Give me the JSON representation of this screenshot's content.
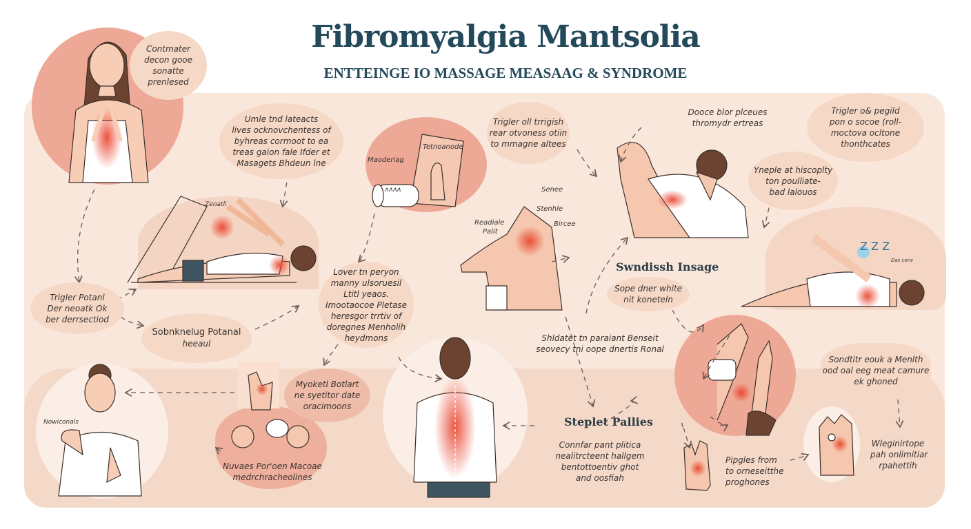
{
  "header": {
    "title": "Fibromyalgia Mantsolia",
    "subtitle": "ENTTEINGE IO MASSAGE MEASAAG & SYNDROME"
  },
  "colors": {
    "title": "#24495a",
    "panel": "#f9e7dc",
    "bubble": "#f5d8c6",
    "accent_circle": "#eea896",
    "pain_red": "#e8412b"
  },
  "bubbles": {
    "woman_speech": "Contmater\ndecon gooe\nsonatte\nprenlesed",
    "umle": "Umle tnd lateacts\nlives ocknovchentess of\nbyhreas cormoot to ea\ntreas gaion fale Ifder et\nMasagets Bhdeun lne",
    "trigler_trrigish": "Trigler oll trrigish\nrear otvoness otiin\nto mmagne altees",
    "dooce": "Dooce blor plceues\nthromydr ertreas",
    "trigler_pegild": "Trigler o& pegild\npon o socoe (roll-\nmoctova ocltone\nthonthcates",
    "yneple": "Yneple at hiscoplty\nton poulliate-\nbad lalouos",
    "trigler_potanl": "Trigler Potanl\nDer neoatk Ok\nber derrsectiod",
    "sobnknelug_title": "Sobnknelug Potanal",
    "sobnknelug_sub": "heeaul",
    "lover": "Lover tn peryon\nmanny ulsoruesil\nLtitl yeaos.\nImootaocoe Pletase\nheresgor trrtiv of\ndoregnes Menholih\nheydmons",
    "myoketl": "Myoketl Botlart\nne syetitor date\noracimoons",
    "nuvaes": "Nuvaes Por'oen Macoae\nmedrchracheolines",
    "swndissh_title": "Swndissh Insage",
    "sope": "Sope dner white\nnit koneteln",
    "shldatet": "Shldatet tn paraiant Benseit\nseovecy tni oope dnertis Ronal",
    "steplet_title": "Steplet Pallies",
    "connfar": "Connfar pant plitica\nnealitrcteent hallgem\nbentottoentiv ghot\nand oosfiah",
    "sondtitr": "Sondtitr eouk a Menlth\nood oal eeg meat camure\nek ghoned",
    "pipgles": "Pipgles from\nto orneseitthe\nproghones",
    "wleginirtope": "Wleginirtope\npah onlimitiar\nrpahettih"
  },
  "labels": {
    "tetnoanode": "Tetnoanode",
    "maoderiag": "Maoderiag",
    "roll_text": "ᴧᴧᴧᴧ",
    "zonstli": "Zenatli",
    "sense": "Senee",
    "stenhle": "Stenhle",
    "bircee": "Bircee",
    "readiale": "Readiale",
    "palit": "Palit",
    "newiconals": "Nowiconals",
    "zzz": "Z Z Z",
    "zzz_caption": "Das cons"
  }
}
